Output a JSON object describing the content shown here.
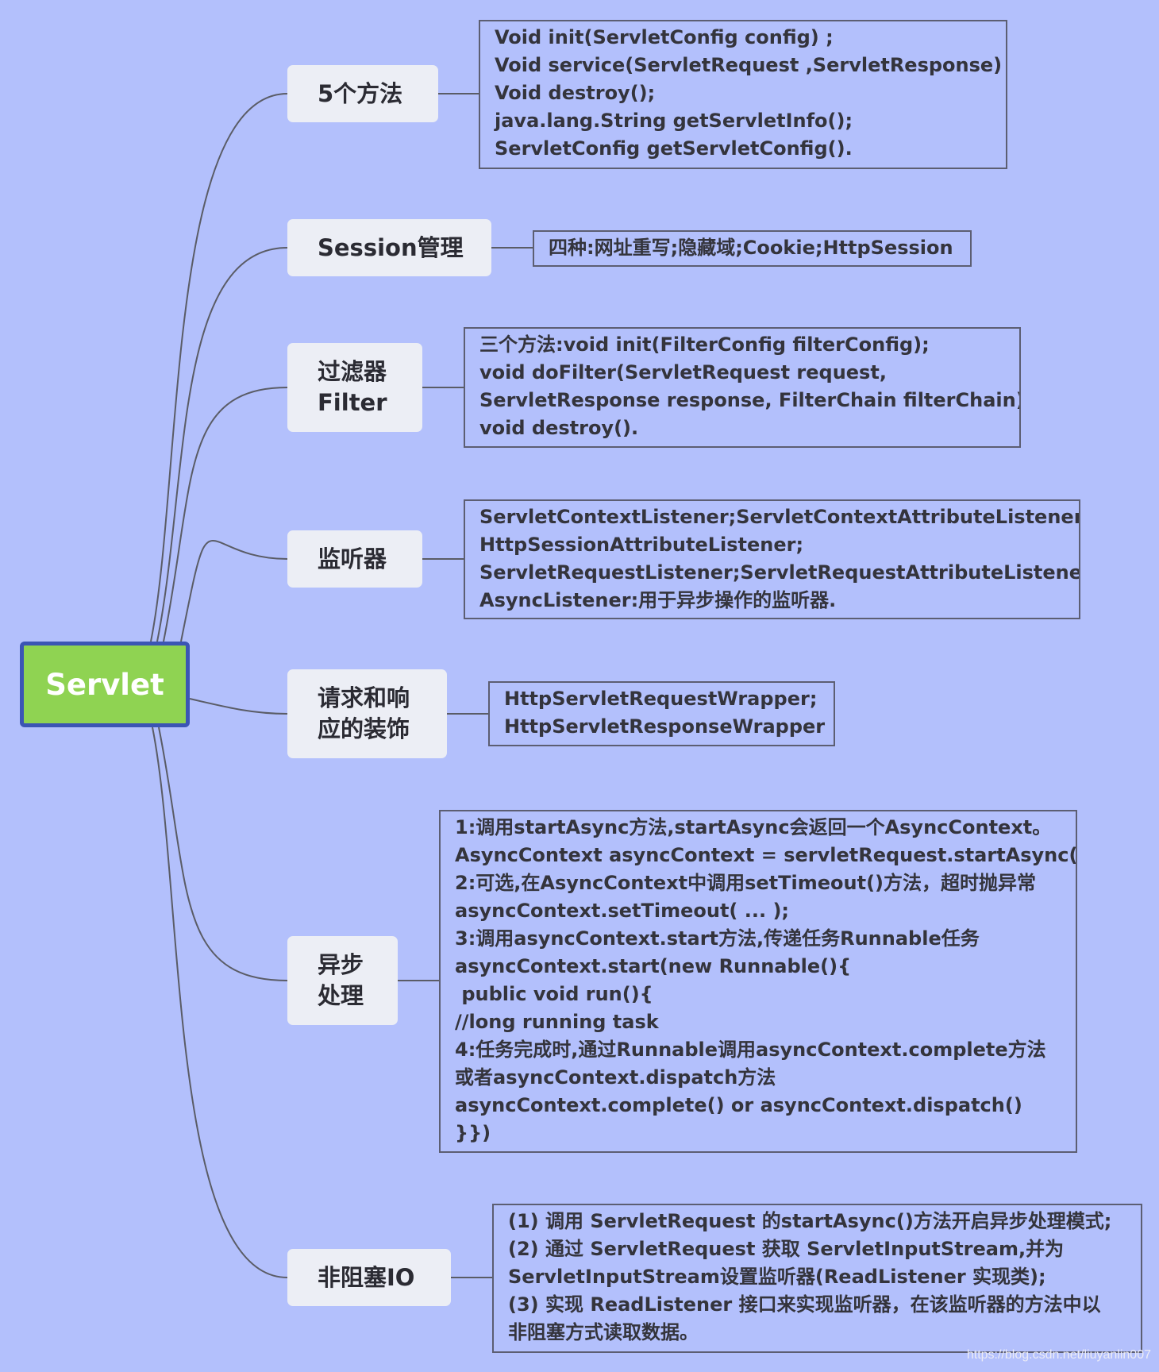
{
  "root": {
    "label": "Servlet"
  },
  "branches": [
    {
      "topic": [
        "5个方法"
      ],
      "details": [
        "Void init(ServletConfig config) ;",
        "Void service(ServletRequest ,ServletResponse) ;",
        "Void destroy();",
        "java.lang.String getServletInfo();",
        "ServletConfig getServletConfig()."
      ]
    },
    {
      "topic": [
        "Session管理"
      ],
      "details": [
        "四种:网址重写;隐藏域;Cookie;HttpSession"
      ]
    },
    {
      "topic": [
        "过滤器",
        "Filter"
      ],
      "details": [
        "三个方法:void init(FilterConfig filterConfig);",
        "void doFilter(ServletRequest request,",
        "ServletResponse response, FilterChain filterChain);",
        "void destroy()."
      ]
    },
    {
      "topic": [
        "监听器"
      ],
      "details": [
        "ServletContextListener;ServletContextAttributeListener;",
        "HttpSessionAttributeListener;",
        "ServletRequestListener;ServletRequestAttributeListener;",
        "AsyncListener:用于异步操作的监听器."
      ]
    },
    {
      "topic": [
        "请求和响",
        "应的装饰"
      ],
      "details": [
        "HttpServletRequestWrapper;",
        "HttpServletResponseWrapper"
      ]
    },
    {
      "topic": [
        "异步",
        "处理"
      ],
      "details": [
        "1:调用startAsync方法,startAsync会返回一个AsyncContext。",
        "AsyncContext asyncContext = servletRequest.startAsync();",
        "2:可选,在AsyncContext中调用setTimeout()方法，超时抛异常",
        "asyncContext.setTimeout( ... );",
        "3:调用asyncContext.start方法,传递任务Runnable任务",
        "asyncContext.start(new Runnable(){",
        " public void run(){",
        "//long running task",
        "4:任务完成时,通过Runnable调用asyncContext.complete方法",
        "或者asyncContext.dispatch方法",
        "asyncContext.complete() or asyncContext.dispatch()",
        "}})"
      ]
    },
    {
      "topic": [
        "非阻塞IO"
      ],
      "details": [
        "(1) 调用 ServletRequest 的startAsync()方法开启异步处理模式;",
        "(2) 通过 ServletRequest 获取 ServletInputStream,并为",
        "ServletInputStream设置监听器(ReadListener 实现类);",
        "(3) 实现 ReadListener 接口来实现监听器，在该监听器的方法中以",
        "非阻塞方式读取数据。"
      ]
    }
  ],
  "watermark": "https://blog.csdn.net/liuyanlin007",
  "colors": {
    "background": "#b3c0fc",
    "root_fill": "#8fd352",
    "root_border": "#3b55b4",
    "topic_fill": "#eceef5",
    "connector": "#5a5c66"
  }
}
